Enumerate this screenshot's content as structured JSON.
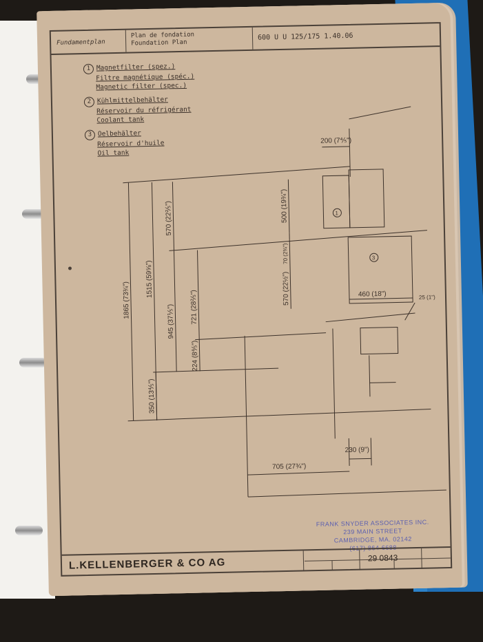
{
  "header": {
    "title_de": "Fundamentplan",
    "title_fr": "Plan de fondation",
    "title_en": "Foundation Plan",
    "model": "600 U U 125/175 1.40.06"
  },
  "legend": [
    {
      "num": "1",
      "de": "Magnetfilter (spez.)",
      "fr": "Filtre magnétique (spéc.)",
      "en": "Magnetic filter (spec.)"
    },
    {
      "num": "2",
      "de": "Kühlmittelbehälter",
      "fr": "Réservoir du réfrigérant",
      "en": "Coolant tank"
    },
    {
      "num": "3",
      "de": "Oelbehälter",
      "fr": "Réservoir d'huile",
      "en": "Oil tank"
    }
  ],
  "dimensions": {
    "d1865": "1865 (73¾\")",
    "d1515": "1515 (59⅝\")",
    "d570a": "570 (22⅖\")",
    "d945": "945 (37⅕\")",
    "d721": "721 (28⅖\")",
    "d224": "224 (8⅘\")",
    "d350": "350 (13⅘\")",
    "d200": "200 (7⅘\")",
    "d500": "500 (19¾\")",
    "d70": "70 (2¾\")",
    "d570b": "570 (22½\")",
    "d460": "460 (18\")",
    "d230": "230 (9\")",
    "d705": "705 (27¾\")",
    "d25": "25 (1\")"
  },
  "markers": {
    "one": "1",
    "three": "3"
  },
  "stamp": {
    "line1": "FRANK SNYDER ASSOCIATES INC.",
    "line2": "239 MAIN STREET",
    "line3": "CAMBRIDGE, MA. 02142",
    "line4": "(617) 864-6688"
  },
  "footer": {
    "company": "L.KELLENBERGER & CO AG",
    "drawing_number": "29 0843"
  }
}
